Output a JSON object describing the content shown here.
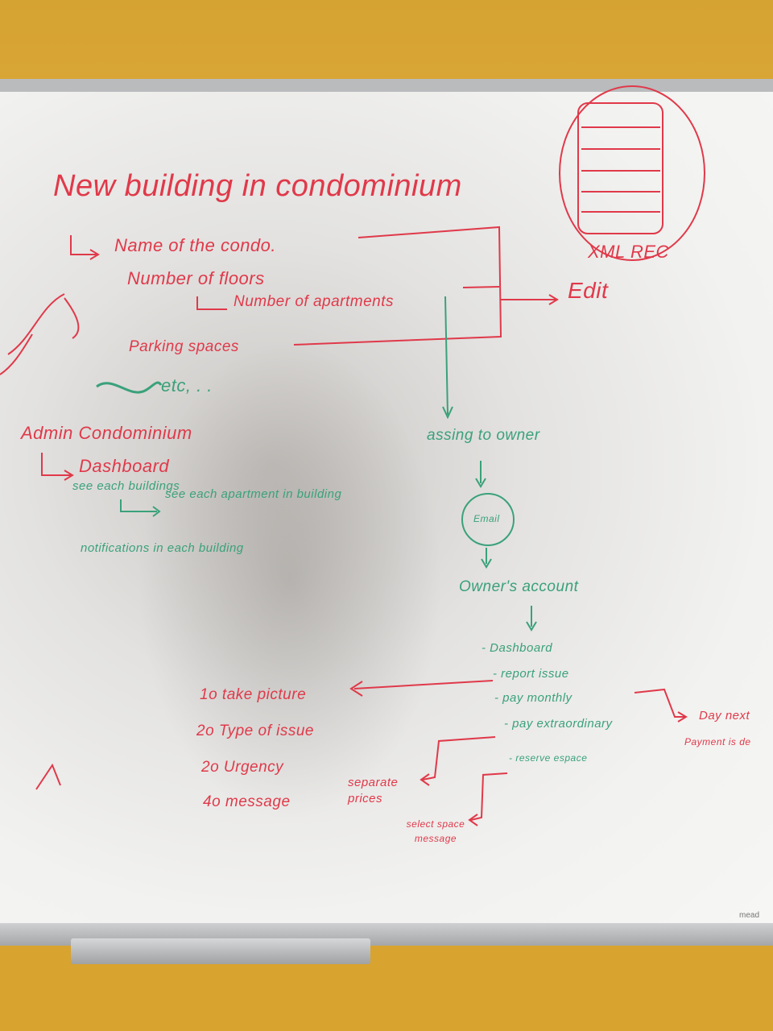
{
  "colors": {
    "red_marker": "#e0394a",
    "green_marker": "#3aa17b",
    "wall": "#d8a32e",
    "board": "#f2f2f0"
  },
  "brand": "mead",
  "red_notes": {
    "title": "New building in condominium",
    "name": "Name of the condo.",
    "floors": "Number of floors",
    "apartments": "Number of apartments",
    "parking": "Parking spaces",
    "edit": "Edit",
    "xml": "XML REC",
    "admin": "Admin Condominium",
    "dashboard": "Dashboard",
    "steps": [
      "1o take picture",
      "2o Type of issue",
      "2o Urgency",
      "4o message"
    ],
    "separate": "separate prices",
    "select": "select space message",
    "day_next": "Day next",
    "payment": "Payment is de"
  },
  "green_notes": {
    "ellipsis": "etc, . .",
    "see_buildings": "see each buildings",
    "see_apartments": "see each apartment in building",
    "notifications": "notifications in each building",
    "assign": "assing to owner",
    "email": "Email",
    "owner_account": "Owner's account",
    "menu": [
      "- Dashboard",
      "- report issue",
      "- pay monthly",
      "- pay extraordinary",
      "- reserve espace"
    ]
  }
}
